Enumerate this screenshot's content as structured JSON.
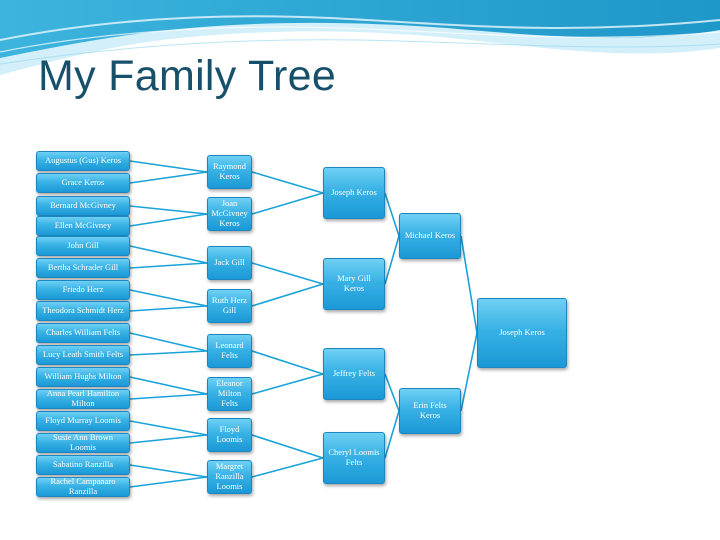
{
  "title": "My Family Tree",
  "colors": {
    "title": "#17506b",
    "node_top": "#6fd0f4",
    "node_bottom": "#1b98d6",
    "connector": "#1aa3d9",
    "wave_dark": "#2aa6d3",
    "wave_light": "#b8e6f5"
  },
  "tree": {
    "great_grandparents": [
      "Augustus (Gus) Keros",
      "Grace Keros",
      "Bernard McGivney",
      "Ellen McGivney",
      "John Gill",
      "Bertha Schrader Gill",
      "Friedo Herz",
      "Theodora Schmidt Herz",
      "Charles William Felts",
      "Lucy Leath Smith Felts",
      "William Hughs Milton",
      "Anna Pearl  Hamilton Milton",
      "Floyd Murray Loomis",
      "Susie Ann Brown Loomis",
      "Sabatino Ranzilla",
      "Rachel Campanaro Ranzilla"
    ],
    "grandparents": [
      "Raymond Keros",
      "Joan McGivney Keros",
      "Jack  Gill",
      "Ruth Herz  Gill",
      "Leonard Felts",
      "Eleanor Milton Felts",
      "Floyd Loomis",
      "Margret Ranzilla Loomis"
    ],
    "parents": [
      "Joseph  Keros",
      "Mary  Gill Keros",
      "Jeffrey  Felts",
      "Cheryl Loomis  Felts"
    ],
    "couple": [
      "Michael Keros",
      "Erin  Felts Keros"
    ],
    "root": "Joseph  Keros"
  }
}
